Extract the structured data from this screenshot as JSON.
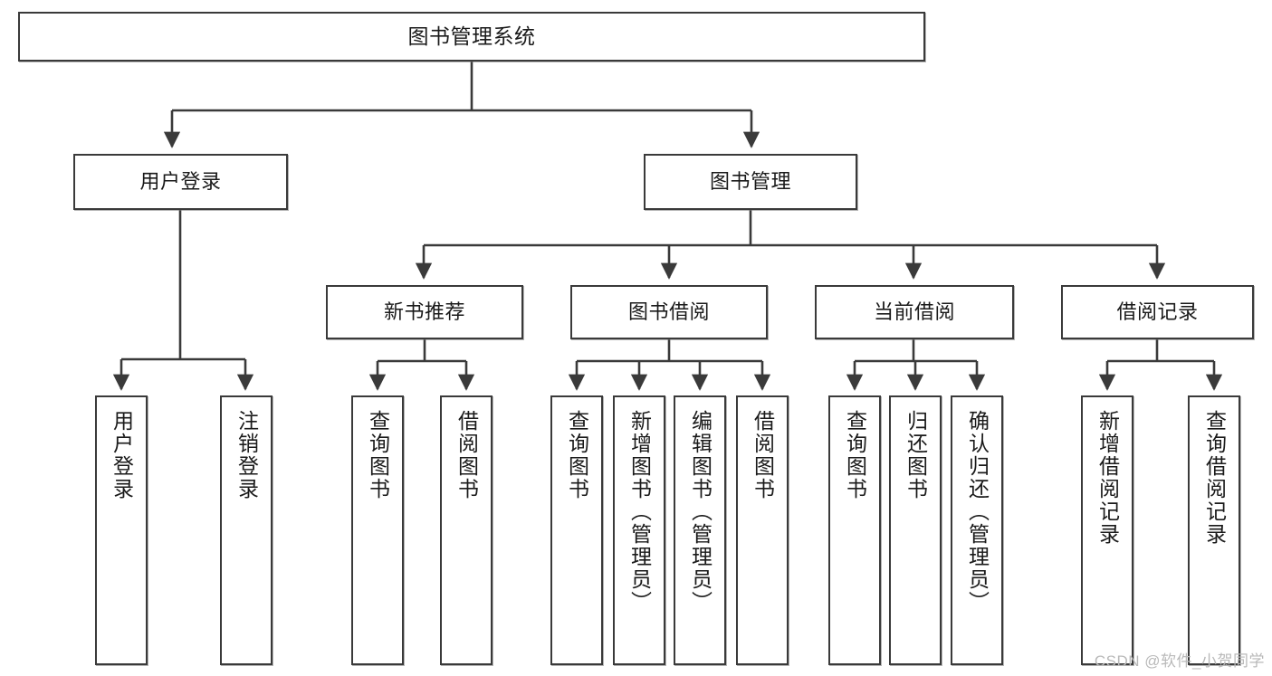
{
  "diagram": {
    "title": "图书管理系统",
    "watermark": "CSDN @软件_小贺同学",
    "root": {
      "label": "图书管理系统"
    },
    "level1": [
      {
        "label": "用户登录"
      },
      {
        "label": "图书管理"
      }
    ],
    "level2": [
      {
        "label": "新书推荐"
      },
      {
        "label": "图书借阅"
      },
      {
        "label": "当前借阅"
      },
      {
        "label": "借阅记录"
      }
    ],
    "leaves": [
      {
        "label": "用户登录"
      },
      {
        "label": "注销登录"
      },
      {
        "label": "查询图书"
      },
      {
        "label": "借阅图书"
      },
      {
        "label": "查询图书"
      },
      {
        "label": "新增图书（管理员）"
      },
      {
        "label": "编辑图书（管理员）"
      },
      {
        "label": "借阅图书"
      },
      {
        "label": "查询图书"
      },
      {
        "label": "归还图书"
      },
      {
        "label": "确认归还（管理员）"
      },
      {
        "label": "新增借阅记录"
      },
      {
        "label": "查询借阅记录"
      }
    ],
    "colors": {
      "stroke": "#3a3a3a",
      "fill": "#ffffff",
      "text": "#1a1a1a",
      "watermark": "#b9b9b9"
    }
  }
}
